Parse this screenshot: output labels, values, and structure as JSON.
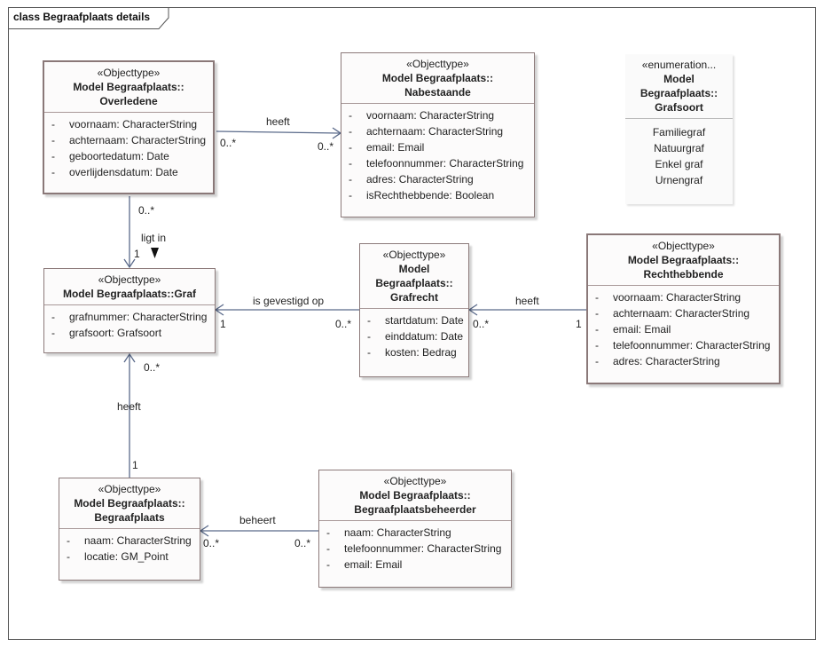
{
  "frame": {
    "title": "class Begraafplaats details"
  },
  "classes": {
    "overledene": {
      "stereotype": "«Objecttype»",
      "name_line1": "Model Begraafplaats::",
      "name_line2": "Overledene",
      "attributes": [
        {
          "vis": "-",
          "text": "voornaam: CharacterString"
        },
        {
          "vis": "-",
          "text": "achternaam: CharacterString"
        },
        {
          "vis": "-",
          "text": "geboortedatum: Date"
        },
        {
          "vis": "-",
          "text": "overlijdensdatum: Date"
        }
      ]
    },
    "nabestaande": {
      "stereotype": "«Objecttype»",
      "name_line1": "Model Begraafplaats::",
      "name_line2": "Nabestaande",
      "attributes": [
        {
          "vis": "-",
          "text": "voornaam: CharacterString"
        },
        {
          "vis": "-",
          "text": "achternaam: CharacterString"
        },
        {
          "vis": "-",
          "text": "email: Email"
        },
        {
          "vis": "-",
          "text": "telefoonnummer: CharacterString"
        },
        {
          "vis": "-",
          "text": "adres: CharacterString"
        },
        {
          "vis": "-",
          "text": "isRechthebbende: Boolean"
        }
      ]
    },
    "grafsoort": {
      "stereotype": "«enumeration...",
      "name_line1": "Model",
      "name_line2": "Begraafplaats::",
      "name_line3": "Grafsoort",
      "literals": [
        "Familiegraf",
        "Natuurgraf",
        "Enkel graf",
        "Urnengraf"
      ]
    },
    "graf": {
      "stereotype": "«Objecttype»",
      "name_line1": "Model Begraafplaats::Graf",
      "attributes": [
        {
          "vis": "-",
          "text": "grafnummer: CharacterString"
        },
        {
          "vis": "-",
          "text": "grafsoort: Grafsoort"
        }
      ]
    },
    "grafrecht": {
      "stereotype": "«Objecttype»",
      "name_line1": "Model",
      "name_line2": "Begraafplaats::",
      "name_line3": "Grafrecht",
      "attributes": [
        {
          "vis": "-",
          "text": "startdatum: Date"
        },
        {
          "vis": "-",
          "text": "einddatum: Date"
        },
        {
          "vis": "-",
          "text": "kosten: Bedrag"
        }
      ]
    },
    "rechthebbende": {
      "stereotype": "«Objecttype»",
      "name_line1": "Model Begraafplaats::",
      "name_line2": "Rechthebbende",
      "attributes": [
        {
          "vis": "-",
          "text": "voornaam: CharacterString"
        },
        {
          "vis": "-",
          "text": "achternaam: CharacterString"
        },
        {
          "vis": "-",
          "text": "email: Email"
        },
        {
          "vis": "-",
          "text": "telefoonnummer: CharacterString"
        },
        {
          "vis": "-",
          "text": "adres: CharacterString"
        }
      ]
    },
    "begraafplaats": {
      "stereotype": "«Objecttype»",
      "name_line1": "Model Begraafplaats::",
      "name_line2": "Begraafplaats",
      "attributes": [
        {
          "vis": "-",
          "text": "naam: CharacterString"
        },
        {
          "vis": "-",
          "text": "locatie: GM_Point"
        }
      ]
    },
    "beheerder": {
      "stereotype": "«Objecttype»",
      "name_line1": "Model Begraafplaats::",
      "name_line2": "Begraafplaatsbeheerder",
      "attributes": [
        {
          "vis": "-",
          "text": "naam: CharacterString"
        },
        {
          "vis": "-",
          "text": "telefoonnummer: CharacterString"
        },
        {
          "vis": "-",
          "text": "email: Email"
        }
      ]
    }
  },
  "associations": {
    "overledene_nabestaande": {
      "name": "heeft",
      "source_mult": "0..*",
      "target_mult": "0..*"
    },
    "overledene_graf": {
      "name": "ligt in",
      "source_mult": "0..*",
      "target_mult": "1"
    },
    "grafrecht_graf": {
      "name": "is gevestigd op",
      "source_mult": "0..*",
      "target_mult": "1"
    },
    "rechthebbende_grafrecht": {
      "name": "heeft",
      "source_mult": "1",
      "target_mult": "0..*"
    },
    "begraafplaats_graf": {
      "name": "heeft",
      "source_mult": "1",
      "target_mult": "0..*"
    },
    "beheerder_begraafplaats": {
      "name": "beheert",
      "source_mult": "0..*",
      "target_mult": "0..*"
    }
  },
  "colors": {
    "line": "#5a6a8a",
    "border": "#8c7a7a"
  }
}
